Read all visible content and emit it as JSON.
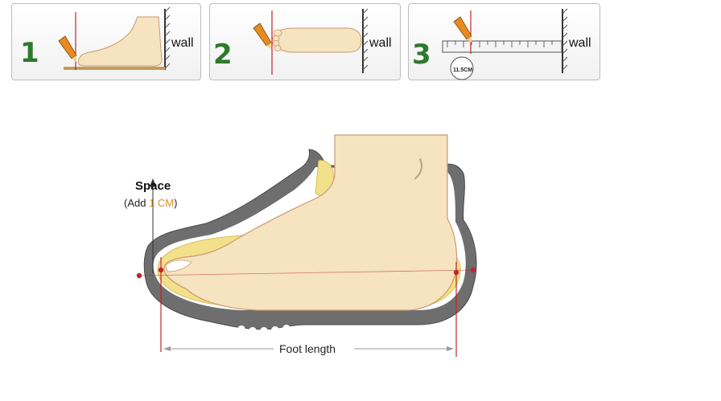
{
  "steps": [
    {
      "number": "1",
      "wall_label": "wall"
    },
    {
      "number": "2",
      "wall_label": "wall"
    },
    {
      "number": "3",
      "wall_label": "wall",
      "measure_label": "11.5CM"
    }
  ],
  "diagram": {
    "space_title": "Space",
    "space_prefix": "(Add ",
    "space_amount": "1 CM",
    "space_suffix": ")",
    "foot_length_label": "Foot length"
  },
  "colors": {
    "step_number": "#2d7a2d",
    "skin": "#f6e3bf",
    "insole": "#f3e08a",
    "shoe": "#6e6e6e",
    "marker": "#c0262d",
    "accent": "#d9902a"
  }
}
